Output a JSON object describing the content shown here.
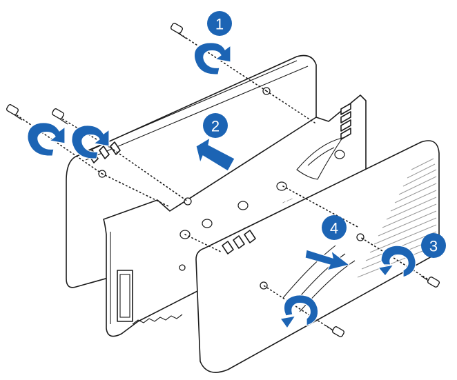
{
  "steps": [
    {
      "number": "1"
    },
    {
      "number": "2"
    },
    {
      "number": "3"
    },
    {
      "number": "4"
    }
  ],
  "colors": {
    "accent": "#1c64b4",
    "line": "#1a1a1a",
    "background": "#ffffff"
  },
  "icons": [
    "screw-icon",
    "rotate-arrow-icon",
    "slide-arrow-icon"
  ]
}
